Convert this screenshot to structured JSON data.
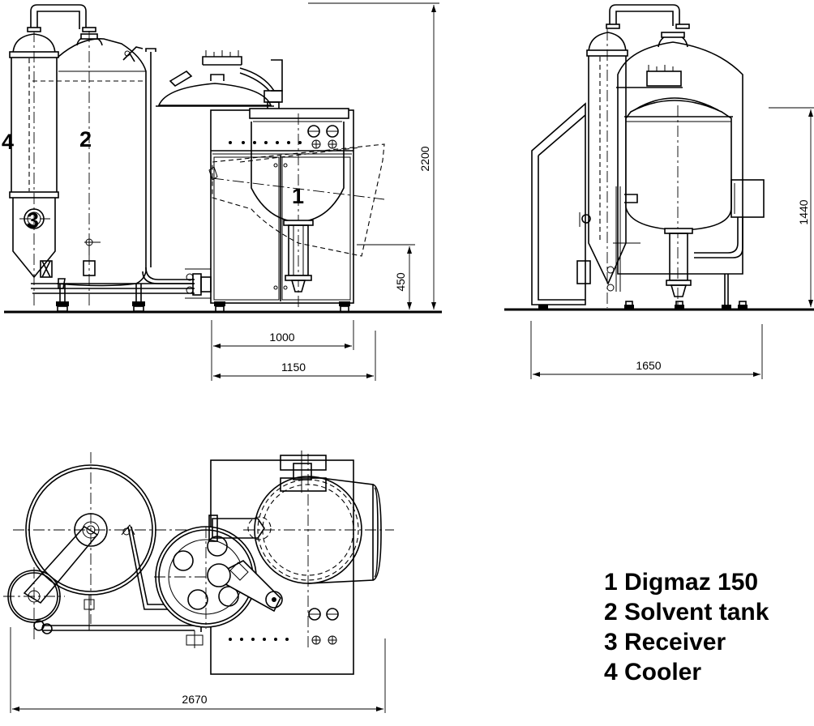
{
  "dimensions": {
    "width_1000": "1000",
    "width_1150": "1150",
    "height_2200": "2200",
    "height_450": "450",
    "width_1650": "1650",
    "height_1440": "1440",
    "length_2670": "2670"
  },
  "callouts": {
    "c1": "1",
    "c2": "2",
    "c3": "3",
    "c4": "4"
  },
  "legend": [
    "1 Digmaz 150",
    "2 Solvent tank",
    "3 Receiver",
    "4 Cooler"
  ]
}
